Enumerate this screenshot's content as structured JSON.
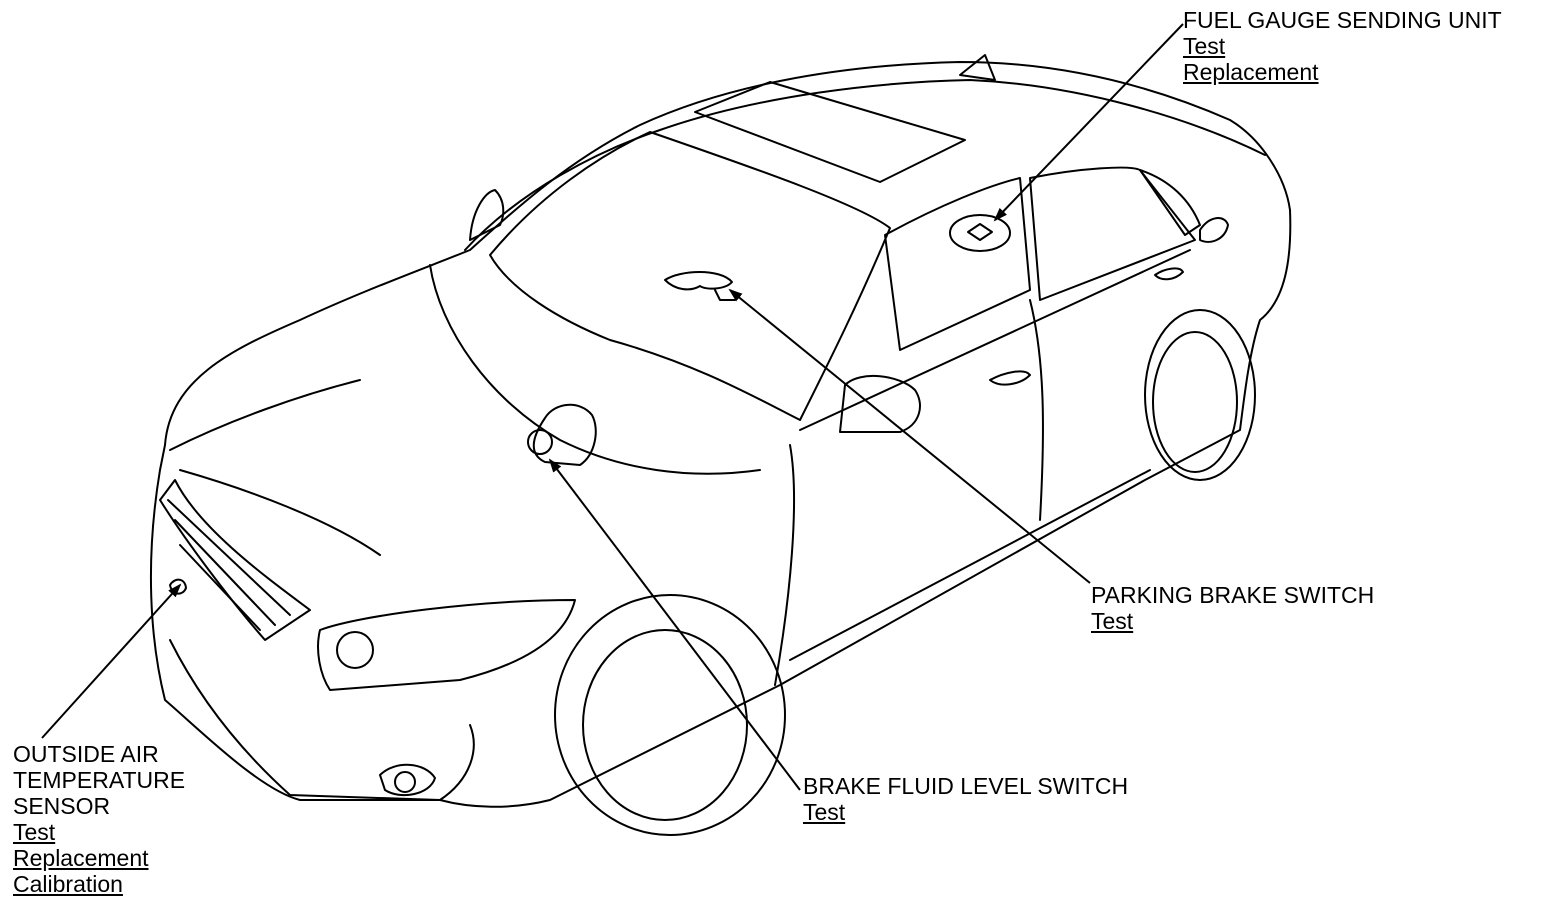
{
  "callouts": {
    "fuel_gauge": {
      "title": "FUEL GAUGE SENDING UNIT",
      "links": [
        "Test",
        "Replacement"
      ]
    },
    "parking_brake": {
      "title": "PARKING BRAKE SWITCH",
      "links": [
        "Test"
      ]
    },
    "brake_fluid": {
      "title": "BRAKE FLUID LEVEL SWITCH",
      "links": [
        "Test"
      ]
    },
    "outside_air": {
      "title_lines": [
        "OUTSIDE AIR",
        "TEMPERATURE",
        "SENSOR"
      ],
      "links": [
        "Test",
        "Replacement",
        "Calibration"
      ]
    }
  },
  "colors": {
    "line": "#000000",
    "background": "#ffffff"
  }
}
